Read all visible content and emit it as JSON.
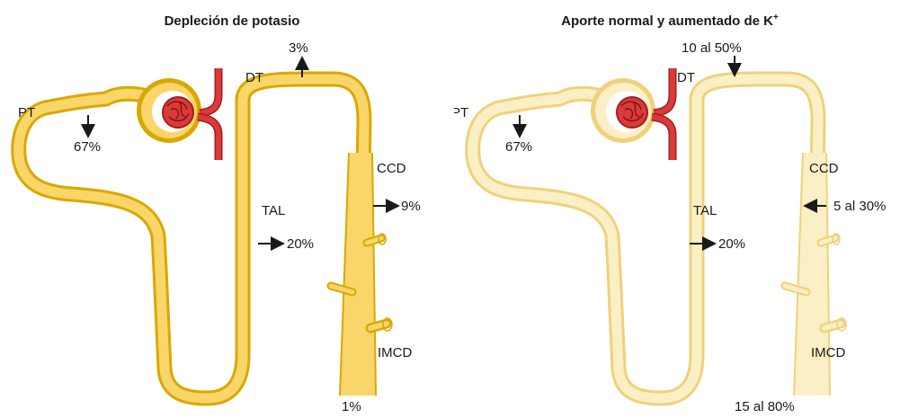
{
  "panels": [
    {
      "title": "Depleción de potasio",
      "tubule_outline": "#d9a800",
      "tubule_fill": "#fad56a",
      "labels": {
        "pt": "PT",
        "dt": "DT",
        "tal": "TAL",
        "ccd": "CCD",
        "imcd": "IMCD"
      },
      "values": {
        "pt": "67%",
        "dt": "3%",
        "tal": "20%",
        "ccd": "9%",
        "final": "1%"
      }
    },
    {
      "title": "Aporte normal y aumentado de K",
      "title_sup": "+",
      "tubule_outline": "#f0d17a",
      "tubule_fill": "#fbefc6",
      "labels": {
        "pt": "PT",
        "dt": "DT",
        "tal": "TAL",
        "ccd": "CCD",
        "imcd": "IMCD"
      },
      "values": {
        "pt": "67%",
        "dt": "10 al 50%",
        "tal": "20%",
        "ccd": "5 al 30%",
        "final": "15 al  80%"
      }
    }
  ],
  "colors": {
    "vessel": "#d93a3a",
    "vessel_dark": "#a31f1f",
    "arrow": "#1a1a1a"
  }
}
